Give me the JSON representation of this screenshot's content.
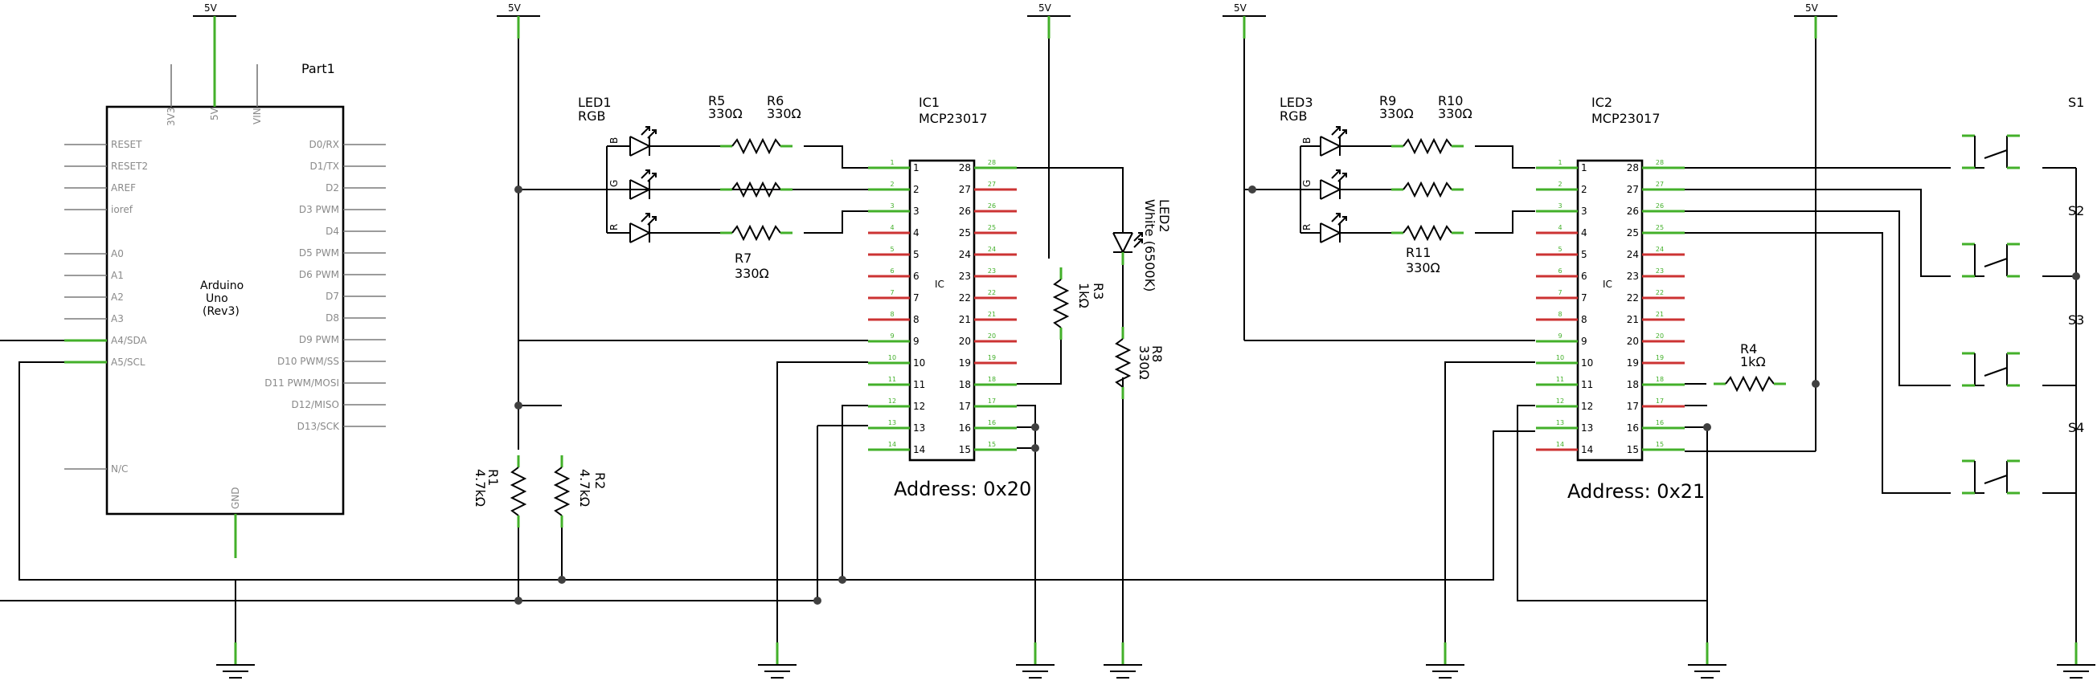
{
  "supply": {
    "label": "5V"
  },
  "arduino": {
    "part": "Part1",
    "name": [
      "Arduino",
      "Uno",
      "(Rev3)"
    ],
    "left_pins": [
      "RESET",
      "RESET2",
      "AREF",
      "ioref",
      "A0",
      "A1",
      "A2",
      "A3",
      "A4/SDA",
      "A5/SCL",
      "N/C"
    ],
    "right_pins": [
      "D0/RX",
      "D1/TX",
      "D2",
      "D3 PWM",
      "D4",
      "D5 PWM",
      "D6 PWM",
      "D7",
      "D8",
      "D9 PWM",
      "D10 PWM/SS",
      "D11 PWM/MOSI",
      "D12/MISO",
      "D13/SCK"
    ],
    "top_pins": [
      "3V3",
      "5V",
      "VIN"
    ],
    "bottom_pin": "GND"
  },
  "ic1": {
    "ref": "IC1",
    "part": "MCP23017",
    "inner": "IC",
    "address": "Address: 0x20"
  },
  "ic2": {
    "ref": "IC2",
    "part": "MCP23017",
    "inner": "IC",
    "address": "Address: 0x21"
  },
  "ic_pins_left": [
    "1",
    "2",
    "3",
    "4",
    "5",
    "6",
    "7",
    "8",
    "9",
    "10",
    "11",
    "12",
    "13",
    "14"
  ],
  "ic_pins_right": [
    "28",
    "27",
    "26",
    "25",
    "24",
    "23",
    "22",
    "21",
    "20",
    "19",
    "18",
    "17",
    "16",
    "15"
  ],
  "led1": {
    "ref": "LED1",
    "type": "RGB",
    "legs": [
      "B",
      "G",
      "R"
    ]
  },
  "led3": {
    "ref": "LED3",
    "type": "RGB",
    "legs": [
      "B",
      "G",
      "R"
    ]
  },
  "led2": {
    "ref": "LED2",
    "desc": "White (6500K)"
  },
  "resistors": {
    "R1": {
      "ref": "R1",
      "value": "4.7kΩ"
    },
    "R2": {
      "ref": "R2",
      "value": "4.7kΩ"
    },
    "R3": {
      "ref": "R3",
      "value": "1kΩ"
    },
    "R4": {
      "ref": "R4",
      "value": "1kΩ"
    },
    "R5": {
      "ref": "R5",
      "value": "330Ω"
    },
    "R6": {
      "ref": "R6",
      "value": "330Ω"
    },
    "R7": {
      "ref": "R7",
      "value": "330Ω"
    },
    "R8": {
      "ref": "R8",
      "value": "330Ω"
    },
    "R9": {
      "ref": "R9",
      "value": "330Ω"
    },
    "R10": {
      "ref": "R10",
      "value": "330Ω"
    },
    "R11": {
      "ref": "R11",
      "value": "330Ω"
    }
  },
  "switches": [
    "S1",
    "S2",
    "S3",
    "S4"
  ],
  "pin_numbers": {
    "one": "1",
    "two": "2",
    "three": "3",
    "four": "4"
  }
}
